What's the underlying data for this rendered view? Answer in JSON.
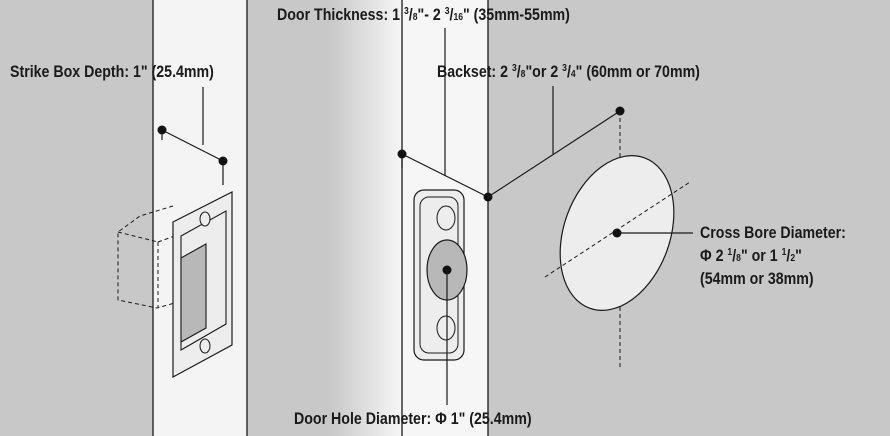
{
  "labels": {
    "door_thickness": {
      "prefix": "Door Thickness: 1 ",
      "frac1_num": "3",
      "frac1_den": "8",
      "mid": "\"- 2 ",
      "frac2_num": "3",
      "frac2_den": "16",
      "suffix": "\" (35mm-55mm)"
    },
    "strike_box_depth": "Strike Box Depth: 1\" (25.4mm)",
    "backset": {
      "prefix": "Backset: 2 ",
      "frac1_num": "3",
      "frac1_den": "8",
      "mid": "\"or 2 ",
      "frac2_num": "3",
      "frac2_den": "4",
      "suffix": "\" (60mm or 70mm)"
    },
    "cross_bore": {
      "title": "Cross Bore Diameter:",
      "line2_prefix": "Φ 2 ",
      "line2_frac1_num": "1",
      "line2_frac1_den": "8",
      "line2_mid": "\" or  1 ",
      "line2_frac2_num": "1",
      "line2_frac2_den": "2",
      "line2_suffix": "\"",
      "line3": "(54mm or 38mm)"
    },
    "door_hole": "Door Hole Diameter: Φ 1\" (25.4mm)"
  },
  "colors": {
    "background": "#c8c8c8",
    "panel": "#f4f4f4",
    "plate": "#ededed",
    "hole": "#b8b8b8",
    "line": "#1a1a1a"
  }
}
